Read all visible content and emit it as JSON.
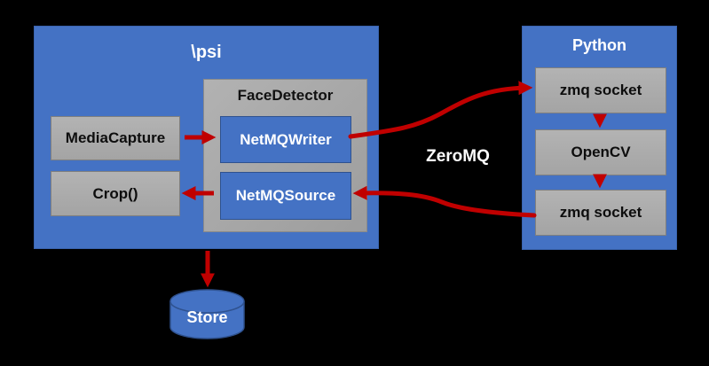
{
  "psi_group": {
    "title": "\\psi",
    "media_capture": "MediaCapture",
    "crop": "Crop()",
    "face_detector": {
      "title": "FaceDetector",
      "netmq_writer": "NetMQWriter",
      "netmq_source": "NetMQSource"
    }
  },
  "python_group": {
    "title": "Python",
    "zmq_socket_top": "zmq socket",
    "opencv": "OpenCV",
    "zmq_socket_bottom": "zmq socket"
  },
  "middle_label": "ZeroMQ",
  "store": {
    "label": "Store"
  },
  "arrows": [
    {
      "from": "MediaCapture",
      "to": "NetMQWriter"
    },
    {
      "from": "NetMQSource",
      "to": "Crop()"
    },
    {
      "from": "NetMQWriter",
      "to": "zmq socket (top)",
      "via": "ZeroMQ"
    },
    {
      "from": "zmq socket (top)",
      "to": "OpenCV"
    },
    {
      "from": "OpenCV",
      "to": "zmq socket (bottom)"
    },
    {
      "from": "zmq socket (bottom)",
      "to": "NetMQSource",
      "via": "ZeroMQ"
    },
    {
      "from": "\\psi",
      "to": "Store"
    }
  ],
  "colors": {
    "background": "#000000",
    "group_blue": "#4472C4",
    "blue_border": "#2F528F",
    "gray_fill": "#ABABAB",
    "gray_border": "#7F7F7F",
    "arrow_red": "#C00000",
    "text_light": "#FFFFFF",
    "text_dark": "#0D0D0D"
  }
}
